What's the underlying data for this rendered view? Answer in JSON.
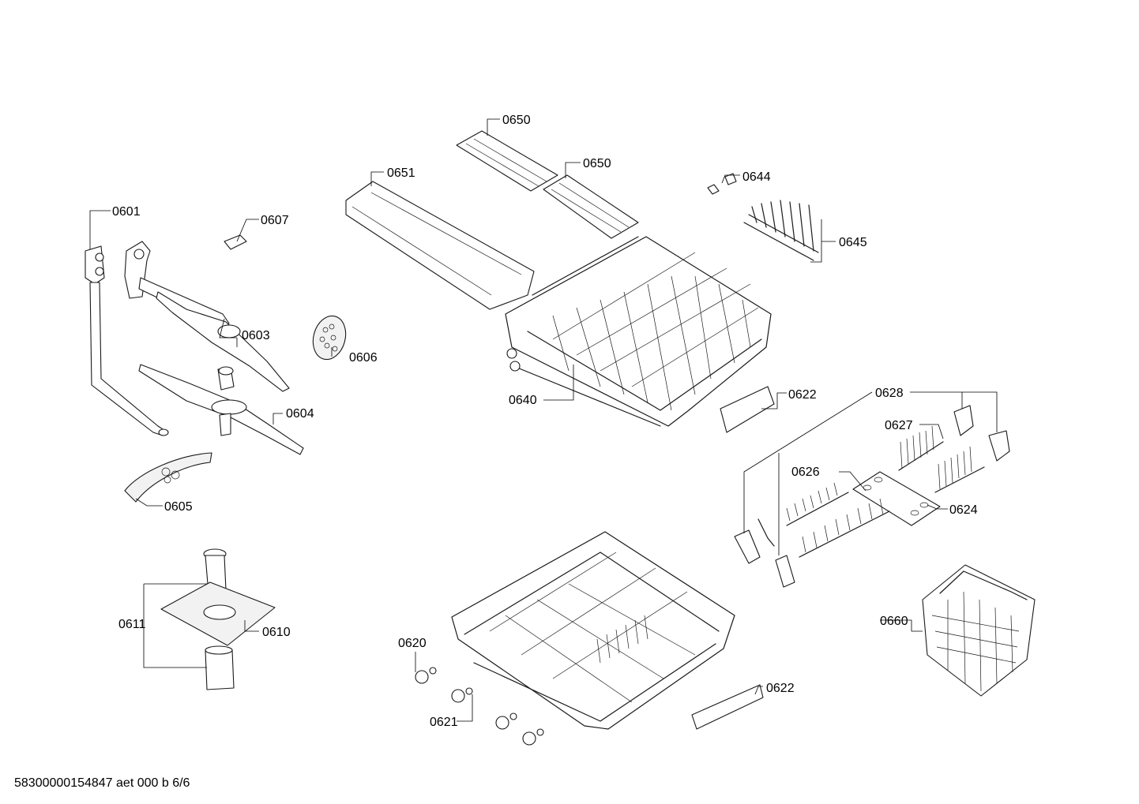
{
  "callouts": {
    "c0601": "0601",
    "c0603": "0603",
    "c0604": "0604",
    "c0605": "0605",
    "c0606": "0606",
    "c0607": "0607",
    "c0610": "0610",
    "c0611": "0611",
    "c0620": "0620",
    "c0621": "0621",
    "c0622_upper": "0622",
    "c0622_lower": "0622",
    "c0624": "0624",
    "c0626": "0626",
    "c0627": "0627",
    "c0628": "0628",
    "c0640": "0640",
    "c0644": "0644",
    "c0645": "0645",
    "c0650_upper": "0650",
    "c0650_lower": "0650",
    "c0651": "0651",
    "c0660": "0660"
  },
  "footer": {
    "doc_id": "58300000154847 aet 000 b 6/6"
  }
}
